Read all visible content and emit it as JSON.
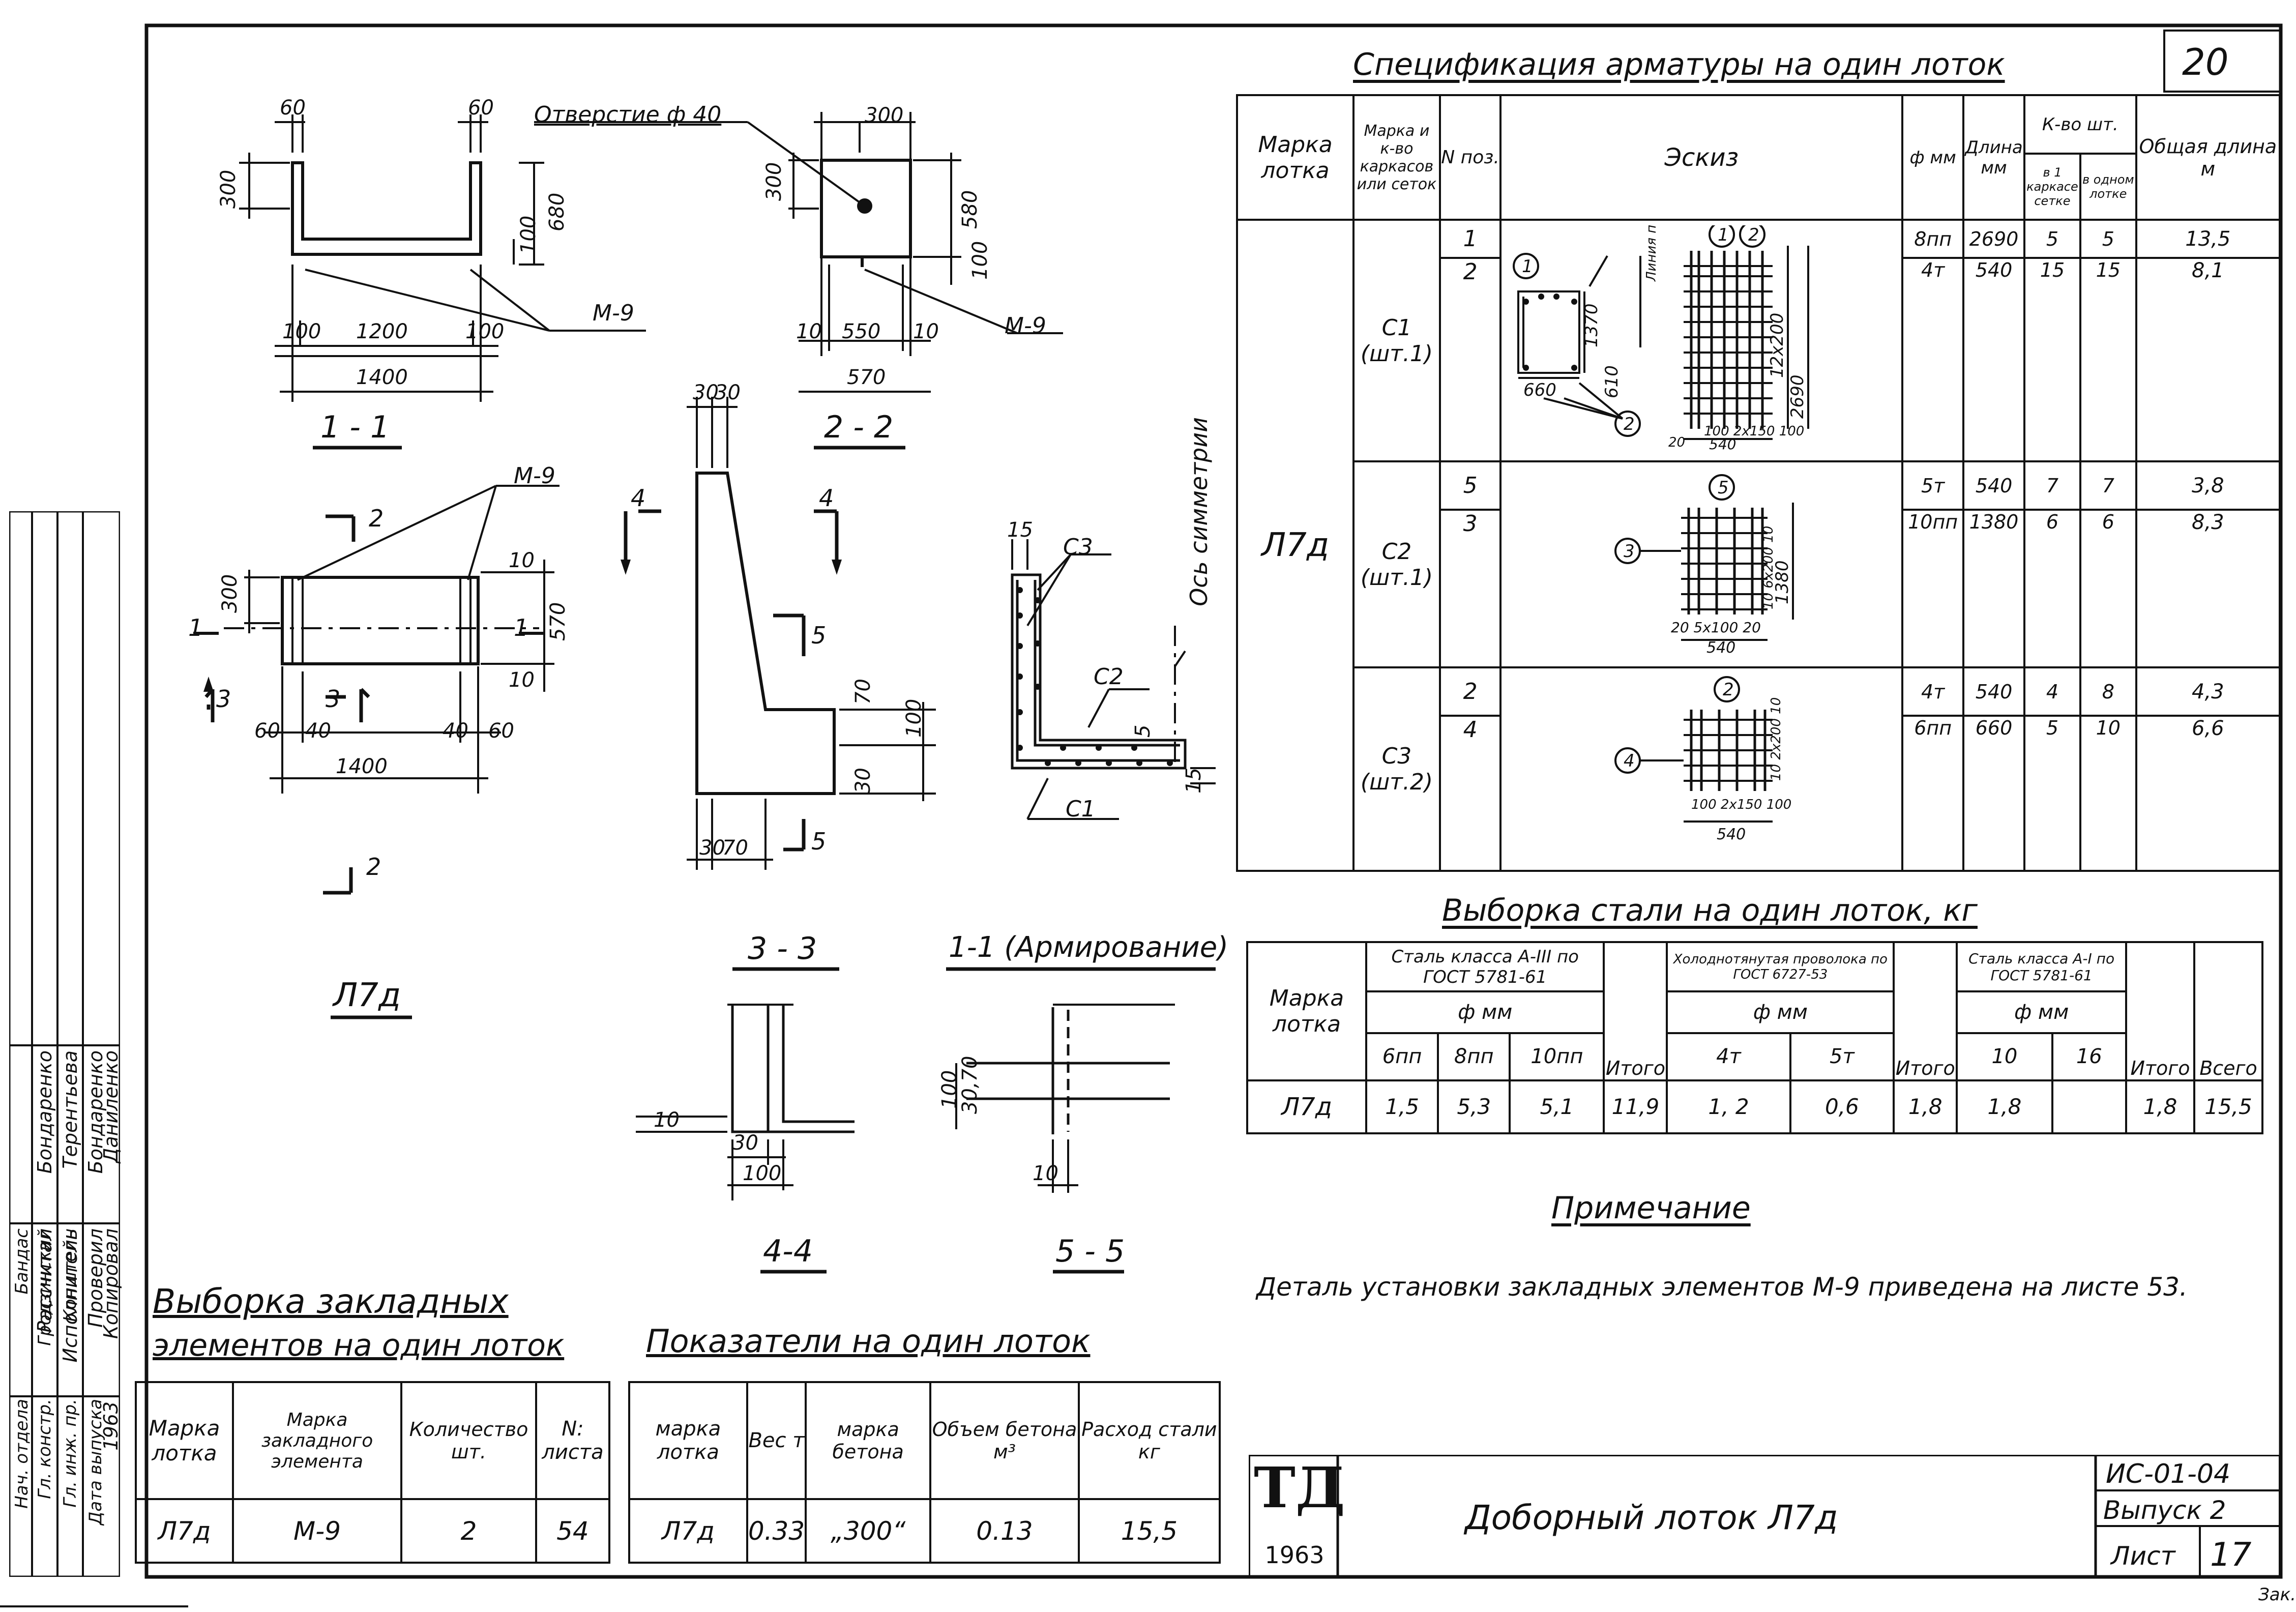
{
  "sheet": {
    "number_top": "20",
    "series_code": "ИС-01-04",
    "issue": "Выпуск 2",
    "sheet_label": "Лист",
    "sheet_number": "17",
    "title": "Доборный лоток Л7д",
    "logo_letters": "ТД",
    "logo_year": "1963",
    "corner_mark": "Зак."
  },
  "drawings": {
    "sec11_title": "1 - 1",
    "sec22_title": "2 - 2",
    "plan_title": "Л7д",
    "sec33_title": "3 - 3",
    "sec11arm_title": "1-1 (Армирование)",
    "sec44_title": "4-4",
    "sec55_title": "5 - 5",
    "hole_label": "Отверстие ф 40",
    "symmetry_label": "Ось симметрии",
    "m9": "М-9",
    "c1": "С1",
    "c2": "С2",
    "c3": "С3"
  },
  "spec": {
    "title": "Спецификация арматуры на один лоток",
    "headers": {
      "mark": "Марка лотка",
      "mark_qty": "Марка и к-во каркасов или сеток",
      "pos": "N поз.",
      "sketch": "Эскиз",
      "phi": "ф мм",
      "length": "Длина мм",
      "qty": "К-во шт.",
      "in1": "в 1 каркасе сетке",
      "inall": "в одном лотке",
      "total_len": "Общая длина м"
    },
    "tray": "Л7д",
    "groups": [
      {
        "name": "С1 (шт.1)",
        "rows": [
          {
            "pos": "1",
            "phi": "8пп",
            "len": "2690",
            "q1": "5",
            "qa": "5",
            "total": "13,5"
          },
          {
            "pos": "2",
            "phi": "4т",
            "len": "540",
            "q1": "15",
            "qa": "15",
            "total": "8,1"
          }
        ]
      },
      {
        "name": "С2 (шт.1)",
        "rows": [
          {
            "pos": "5",
            "phi": "5т",
            "len": "540",
            "q1": "7",
            "qa": "7",
            "total": "3,8"
          },
          {
            "pos": "3",
            "phi": "10пп",
            "len": "1380",
            "q1": "6",
            "qa": "6",
            "total": "8,3"
          }
        ]
      },
      {
        "name": "С3 (шт.2)",
        "rows": [
          {
            "pos": "2",
            "phi": "4т",
            "len": "540",
            "q1": "4",
            "qa": "8",
            "total": "4,3"
          },
          {
            "pos": "4",
            "phi": "6пп",
            "len": "660",
            "q1": "5",
            "qa": "10",
            "total": "6,6"
          }
        ]
      }
    ]
  },
  "steel": {
    "title": "Выборка стали на один лоток, кг",
    "h_mark": "Марка лотка",
    "h_a3": "Сталь класса А-III по ГОСТ 5781-61",
    "h_wire": "Холоднотянутая проволока по ГОСТ 6727-53",
    "h_a1": "Сталь класса А-I по ГОСТ 5781-61",
    "h_phi": "ф мм",
    "h_total": "Итого",
    "h_grand": "Всего",
    "cols_a3": [
      "6пп",
      "8пп",
      "10пп"
    ],
    "cols_wire": [
      "4т",
      "5т"
    ],
    "cols_a1": [
      "10",
      "16"
    ],
    "row": {
      "mark": "Л7д",
      "a3": [
        "1,5",
        "5,3",
        "5,1"
      ],
      "a3_total": "11,9",
      "wire": [
        "1, 2",
        "0,6"
      ],
      "wire_total": "1,8",
      "a1": [
        "1,8",
        ""
      ],
      "a1_total": "1,8",
      "grand": "15,5"
    }
  },
  "note": {
    "title": "Примечание",
    "text": "Деталь установки закладных элементов М-9 приведена на листе 53."
  },
  "embedded": {
    "title1": "Выборка закладных",
    "title2": "элементов на один лоток",
    "headers": [
      "Марка лотка",
      "Марка закладного элемента",
      "Количество шт.",
      "N: листа"
    ],
    "row": [
      "Л7д",
      "М-9",
      "2",
      "54"
    ]
  },
  "indicators": {
    "title": "Показатели на один лоток",
    "headers": [
      "марка лотка",
      "Вес т",
      "марка бетона",
      "Объем бетона м³",
      "Расход стали кг"
    ],
    "row": [
      "Л7д",
      "0.33",
      "„300“",
      "0.13",
      "15,5"
    ]
  },
  "stamp": {
    "year": "1963",
    "rows": [
      {
        "role": "Нач. отдела",
        "name": "Бандас"
      },
      {
        "role": "Гл. констр.",
        "name": "Гродзинский"
      },
      {
        "role": "Гл. инж. пр.",
        "name": "Копштейн"
      },
      {
        "role": "Дата выпуска",
        "name": ""
      },
      {
        "role": "Рассчитал",
        "name": "Бондаренко"
      },
      {
        "role": "Исполнитель",
        "name": "Терентьева"
      },
      {
        "role": "Проверил",
        "name": "Бондаренко"
      },
      {
        "role": "Копировал",
        "name": "Даниленко"
      }
    ]
  }
}
